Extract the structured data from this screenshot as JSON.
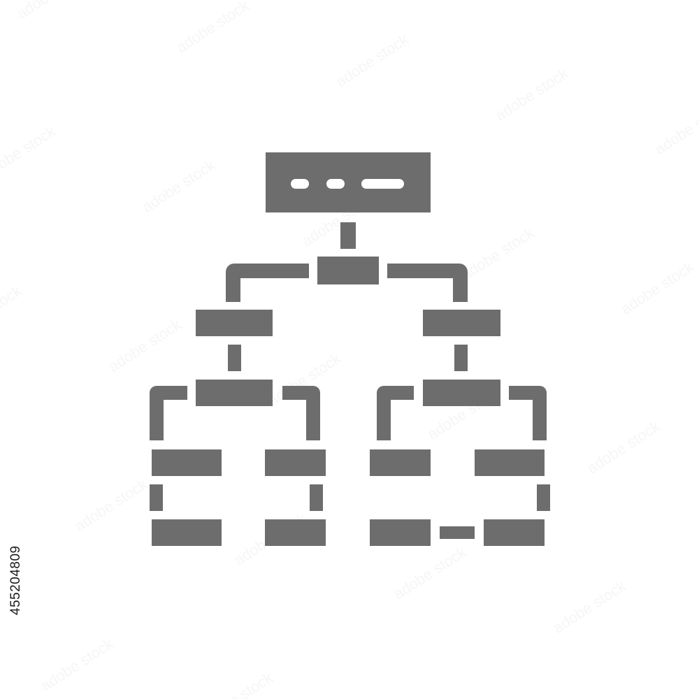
{
  "image": {
    "kind": "glyph icon",
    "subject": "hierarchy structure / flowchart",
    "icon_name": "hierarchy-structure-icon",
    "color": "#6d6d6d",
    "background": "#ffffff"
  },
  "stock_id": "455204809"
}
